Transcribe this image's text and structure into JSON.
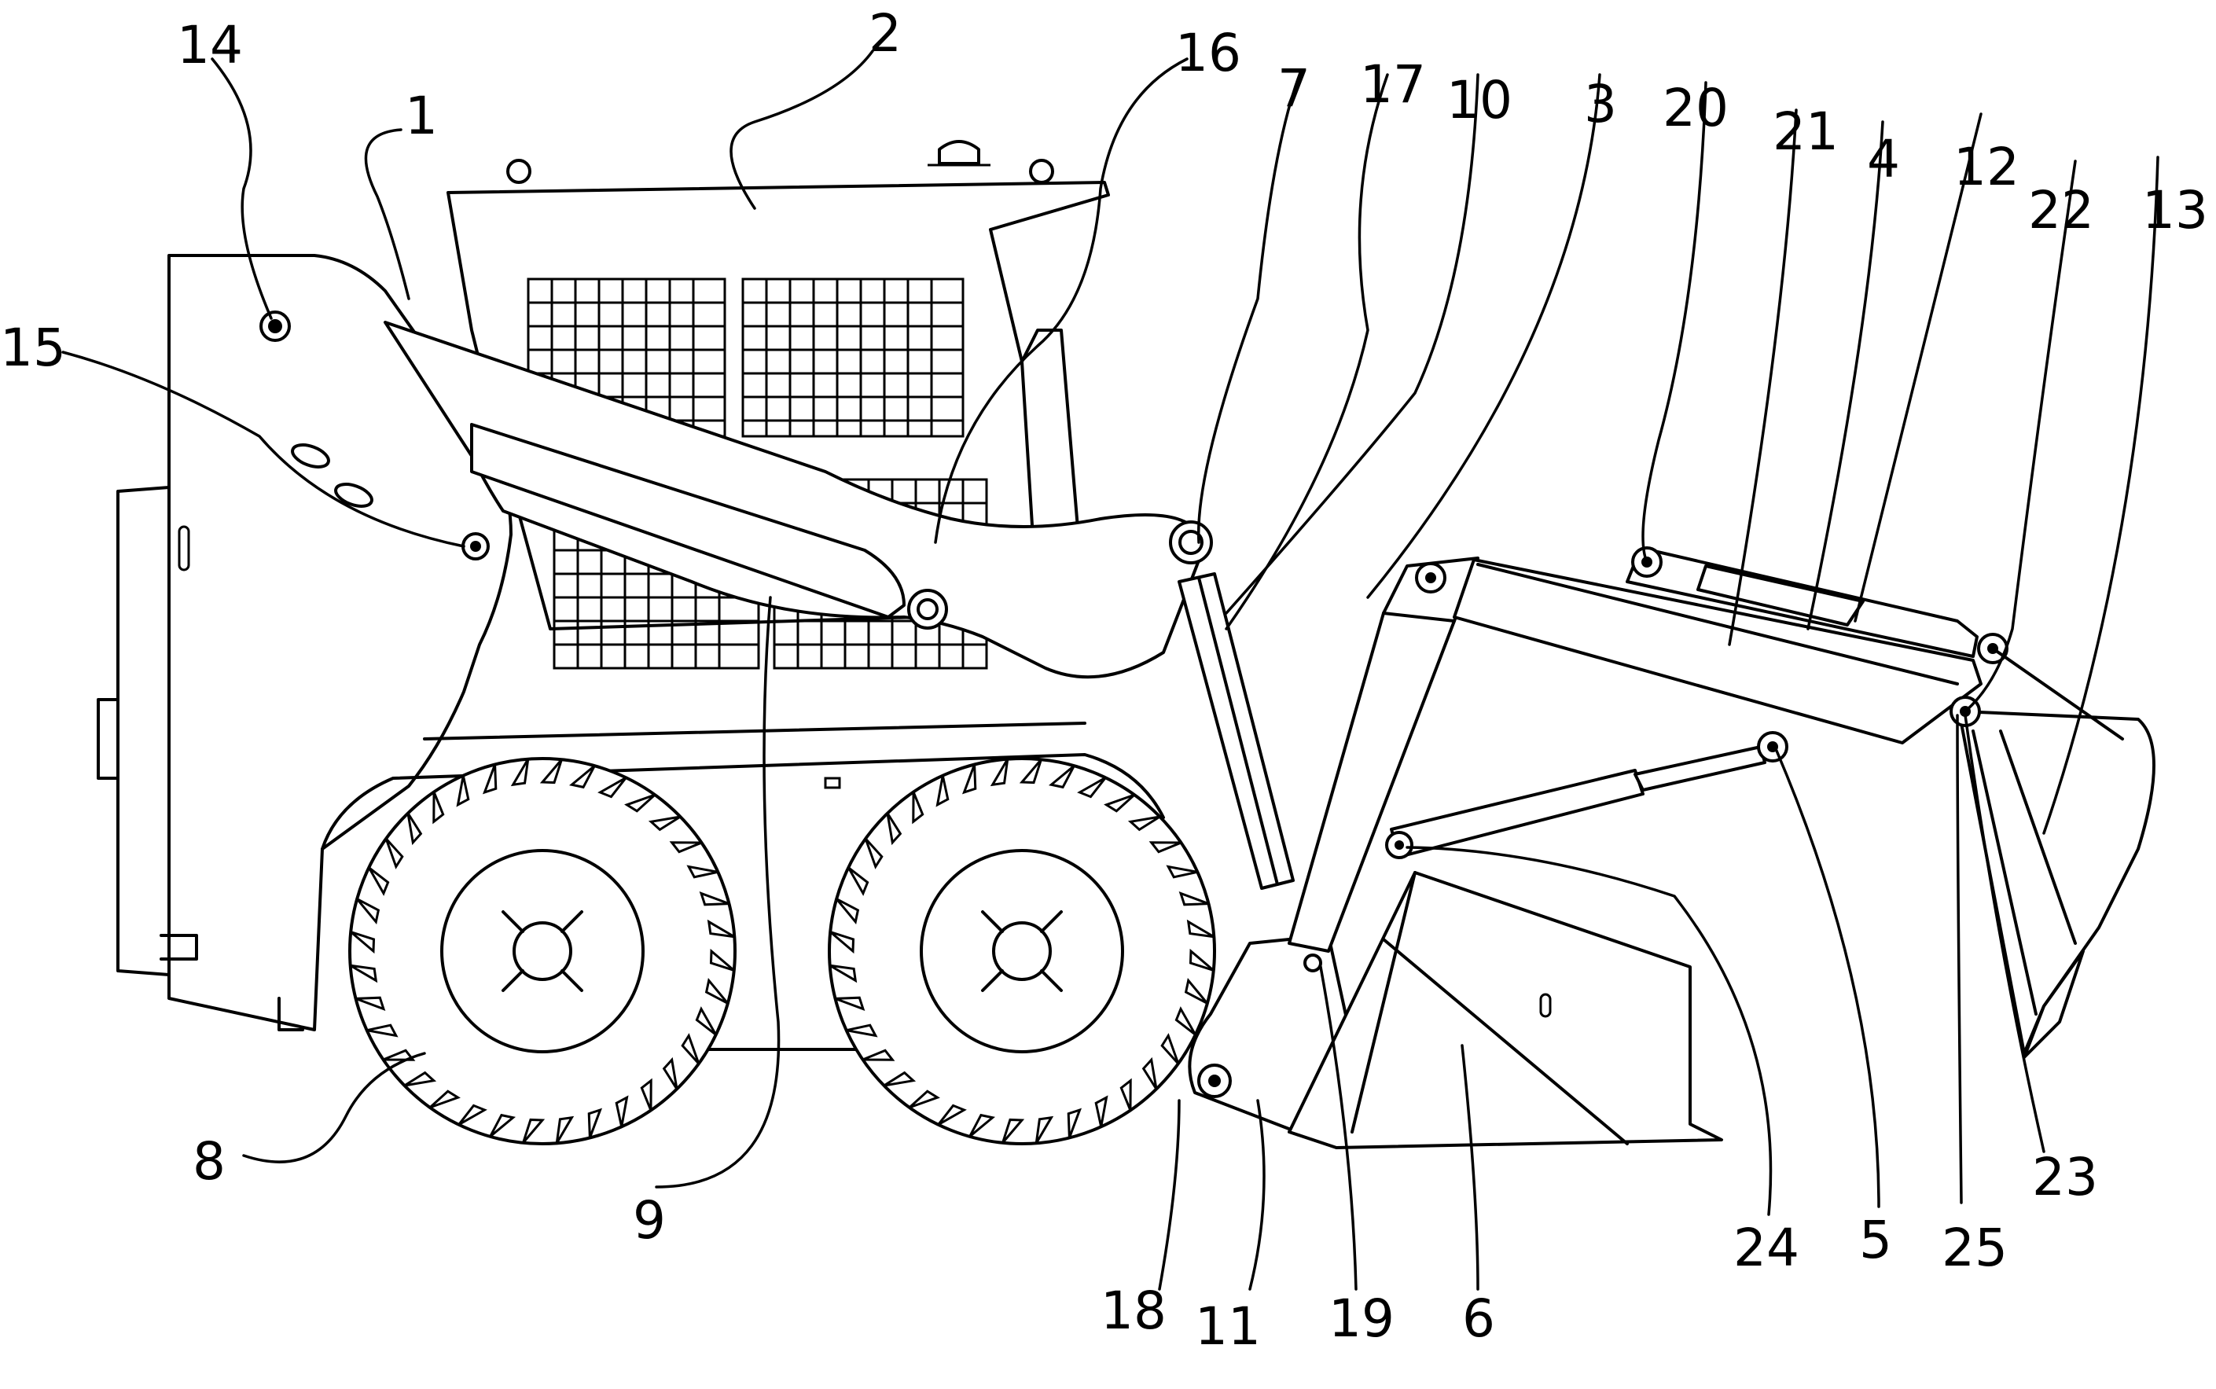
{
  "figure": {
    "reference_numerals": [
      {
        "id": "1",
        "text": "1"
      },
      {
        "id": "2",
        "text": "2"
      },
      {
        "id": "3",
        "text": "3"
      },
      {
        "id": "4",
        "text": "4"
      },
      {
        "id": "5",
        "text": "5"
      },
      {
        "id": "6",
        "text": "6"
      },
      {
        "id": "7",
        "text": "7"
      },
      {
        "id": "8",
        "text": "8"
      },
      {
        "id": "9",
        "text": "9"
      },
      {
        "id": "10",
        "text": "10"
      },
      {
        "id": "11",
        "text": "11"
      },
      {
        "id": "12",
        "text": "12"
      },
      {
        "id": "13",
        "text": "13"
      },
      {
        "id": "14",
        "text": "14"
      },
      {
        "id": "15",
        "text": "15"
      },
      {
        "id": "16",
        "text": "16"
      },
      {
        "id": "17",
        "text": "17"
      },
      {
        "id": "18",
        "text": "18"
      },
      {
        "id": "19",
        "text": "19"
      },
      {
        "id": "20",
        "text": "20"
      },
      {
        "id": "21",
        "text": "21"
      },
      {
        "id": "22",
        "text": "22"
      },
      {
        "id": "23",
        "text": "23"
      },
      {
        "id": "24",
        "text": "24"
      },
      {
        "id": "25",
        "text": "25"
      }
    ]
  }
}
